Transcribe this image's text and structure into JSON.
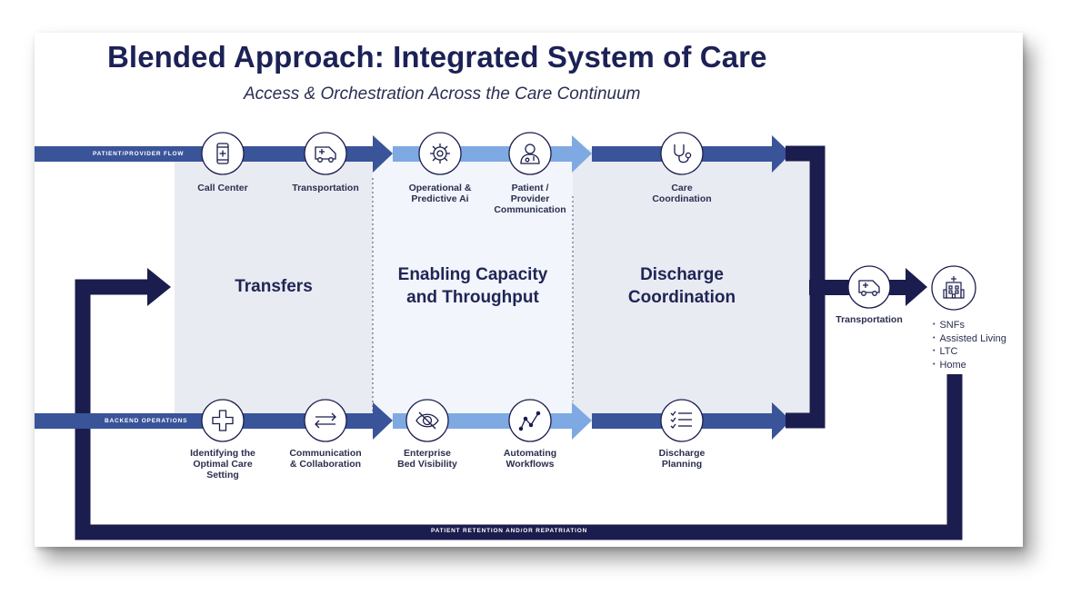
{
  "title": "Blended Approach: Integrated System of Care",
  "subtitle": "Access & Orchestration Across the Care Continuum",
  "bands": {
    "top": "PATIENT/PROVIDER FLOW",
    "bottom": "BACKEND OPERATIONS",
    "return": "PATIENT RETENTION AND/OR REPATRIATION"
  },
  "sections": {
    "transfers": "Transfers",
    "capacity": [
      "Enabling Capacity",
      "and Throughput"
    ],
    "discharge": [
      "Discharge",
      "Coordination"
    ]
  },
  "top_nodes": [
    {
      "icon": "phone-icon",
      "label": [
        "Call Center"
      ]
    },
    {
      "icon": "ambulance-icon",
      "label": [
        "Transportation"
      ]
    },
    {
      "icon": "gear-icon",
      "label": [
        "Operational &",
        "Predictive Ai"
      ]
    },
    {
      "icon": "doctor-icon",
      "label": [
        "Patient /",
        "Provider",
        "Communication"
      ]
    },
    {
      "icon": "stethoscope-icon",
      "label": [
        "Care",
        "Coordination"
      ]
    }
  ],
  "bottom_nodes": [
    {
      "icon": "medical-cross-icon",
      "label": [
        "Identifying the",
        "Optimal Care",
        "Setting"
      ]
    },
    {
      "icon": "exchange-arrows-icon",
      "label": [
        "Communication",
        "& Collaboration"
      ]
    },
    {
      "icon": "eye-icon",
      "label": [
        "Enterprise",
        "Bed Visibility"
      ]
    },
    {
      "icon": "workflow-icon",
      "label": [
        "Automating",
        "Workflows"
      ]
    },
    {
      "icon": "checklist-icon",
      "label": [
        "Discharge",
        "Planning"
      ]
    }
  ],
  "exit_node": {
    "icon": "ambulance-icon",
    "label": "Transportation"
  },
  "destination": {
    "icon": "hospital-icon",
    "items": [
      "SNFs",
      "Assisted Living",
      "LTC",
      "Home"
    ]
  },
  "colors": {
    "navy": "#1b1d4e",
    "mid_blue": "#3a5499",
    "light_blue": "#7ea9e2",
    "panel_gray": "#e9ebf2",
    "panel_light": "#f2f5fb"
  }
}
